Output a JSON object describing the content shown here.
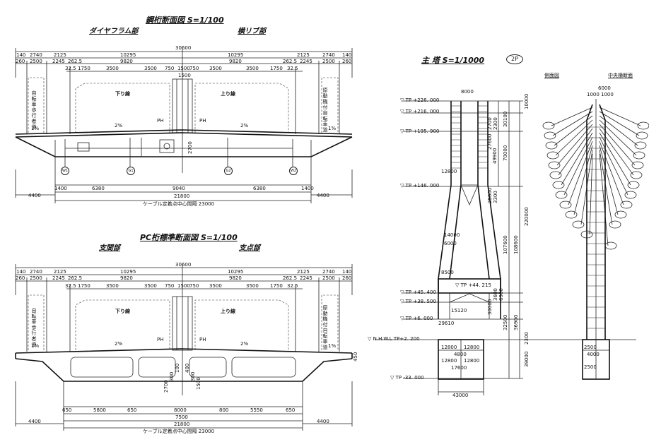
{
  "titles": {
    "steel_section": "鋼桁断面図 S=1/100",
    "steel_left": "ダイヤフラム部",
    "steel_right": "横リブ部",
    "pc_section": "PC桁標準断面図 S=1/100",
    "pc_left": "支間部",
    "pc_right": "支点部",
    "tower": "主 塔  S=1/1000",
    "tower_badge": "2P",
    "tower_side": "側面図",
    "tower_center": "中央横断面"
  },
  "deck": {
    "total_width": "30600",
    "dims_row1": [
      "140",
      "2740",
      "2125",
      "10295",
      "10295",
      "2125",
      "2740",
      "140"
    ],
    "dims_row2": [
      "260",
      "2500",
      "2245",
      "262.5",
      "9820",
      "9820",
      "262.5",
      "2245",
      "2500",
      "260"
    ],
    "dims_row3": [
      "32.5",
      "1750",
      "3500",
      "3500",
      "750",
      "1500",
      "750",
      "3500",
      "3500",
      "1750",
      "32.5"
    ],
    "lane_left": "下り線",
    "lane_right": "上り線",
    "walk_left": "自転車歩行者道",
    "walk_right": "原動機付自転車道",
    "slope_side": "1%",
    "slope_main": "2%",
    "ph": "PH",
    "cable_dist": "ケーブル定着点中心間隔 23000"
  },
  "steel": {
    "dim_1500": "1500",
    "dim_2700": "2700",
    "bottom_dims": [
      "1400",
      "6380",
      "9040",
      "6380",
      "1400"
    ],
    "width_21800": "21800",
    "overhang": [
      "4400",
      "4400"
    ],
    "pier_marks": [
      "W1",
      "G1",
      "G2",
      "W2"
    ]
  },
  "pc": {
    "height_450": "450",
    "vert_dims": [
      "2700",
      "300",
      "100",
      "400",
      "300",
      "1500"
    ],
    "bottom_dims": [
      "650",
      "5800",
      "650",
      "8000",
      "800",
      "5550",
      "650"
    ],
    "dim_7500": "7500",
    "width_21800": "21800",
    "overhang": [
      "4400",
      "4400"
    ]
  },
  "tower": {
    "levels": [
      "▽ TP +226. 000",
      "▽ TP +216. 000",
      "▽ TP +195. 900",
      "▽ TP +146. 000",
      "▽ TP +45. 400",
      "▽ TP +38. 500",
      "▽ TP +6. 000",
      "▽ N.H.W.L TP+2. 200",
      "▽ TP -33. 000"
    ],
    "level_215": "▽ TP +44. 215",
    "top_width": "8000",
    "top_side": "6000",
    "top_side2": "1000",
    "top_side3": "1000",
    "shaft_w": "12800",
    "mid_w": "14000",
    "mid_w2": "6000",
    "cross_w": "8500",
    "lower_w": "15120",
    "lower_w2": "29610",
    "base_dims": [
      "12800",
      "12800",
      "4800",
      "12800",
      "12800",
      "17600"
    ],
    "base_w": "43000",
    "side_base": [
      "2500",
      "4000",
      "2500"
    ],
    "right_vert": [
      "10000",
      "30100",
      "70000",
      "49900",
      "220000",
      "107600",
      "108600",
      "36900",
      "32500",
      "39000",
      "2300"
    ],
    "inner_vert": [
      "2700",
      "2300",
      "27600",
      "25000",
      "3300",
      "3600",
      "30000",
      "6900"
    ]
  }
}
